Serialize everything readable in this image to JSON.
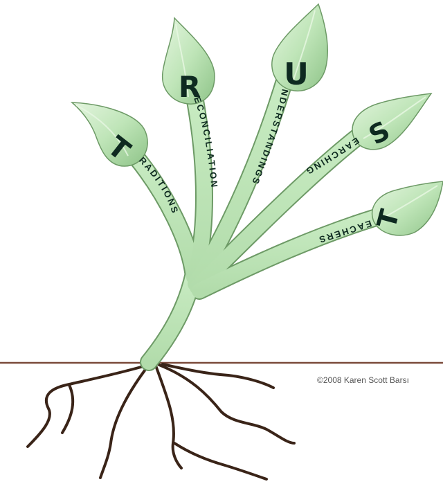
{
  "colors": {
    "leaf_fill": "#bfe5b8",
    "leaf_light": "#d8f0d2",
    "leaf_dark": "#9ccc95",
    "stem_outline": "#5b7f55",
    "text": "#0e2a20",
    "ground": "#7a4a3a",
    "root": "#3a2418"
  },
  "branches": [
    {
      "letter": "T",
      "word": "RADITIONS"
    },
    {
      "letter": "R",
      "word": "ECONCILIATION"
    },
    {
      "letter": "U",
      "word": "NDERSTANDINGS"
    },
    {
      "letter": "S",
      "word": "EARCHING"
    },
    {
      "letter": "T",
      "word": "EACHERS"
    }
  ],
  "copyright": "©2008 Karen Scott Barsı"
}
